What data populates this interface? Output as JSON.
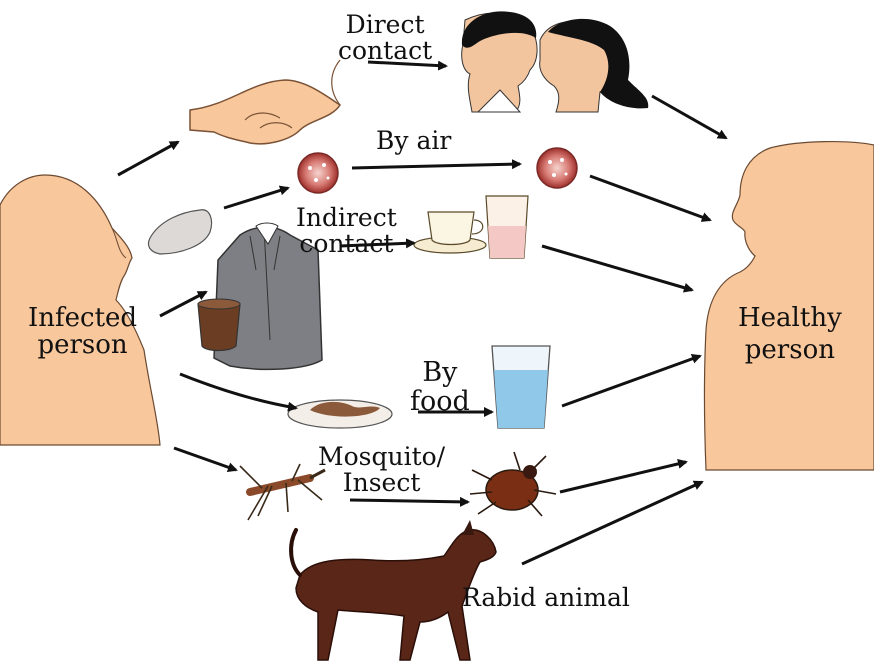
{
  "diagram": {
    "infected_label": [
      "Infected",
      "person"
    ],
    "healthy_label": [
      "Healthy",
      "person"
    ],
    "routes": {
      "direct_contact": [
        "Direct",
        "contact"
      ],
      "by_air": "By air",
      "indirect_contact": [
        "Indirect",
        "contact"
      ],
      "by_food": [
        "By",
        "food"
      ],
      "mosquito_insect": [
        "Mosquito/",
        "Insect"
      ],
      "rabid_animal": "Rabid animal"
    },
    "icons": [
      "handshake-icon",
      "kissing-couple-icon",
      "germ-icon",
      "lungs-icon",
      "jacket-icon",
      "teacup-icon",
      "glass-icon",
      "food-plate-icon",
      "water-glass-icon",
      "mosquito-icon",
      "tick-insect-icon",
      "dog-icon"
    ],
    "colors": {
      "skin": "#f8c79c",
      "arrow": "#111111",
      "germ": "#b13a35",
      "jacket": "#7d7f84",
      "dog": "#5a2618",
      "water": "#8fc8e8"
    }
  }
}
